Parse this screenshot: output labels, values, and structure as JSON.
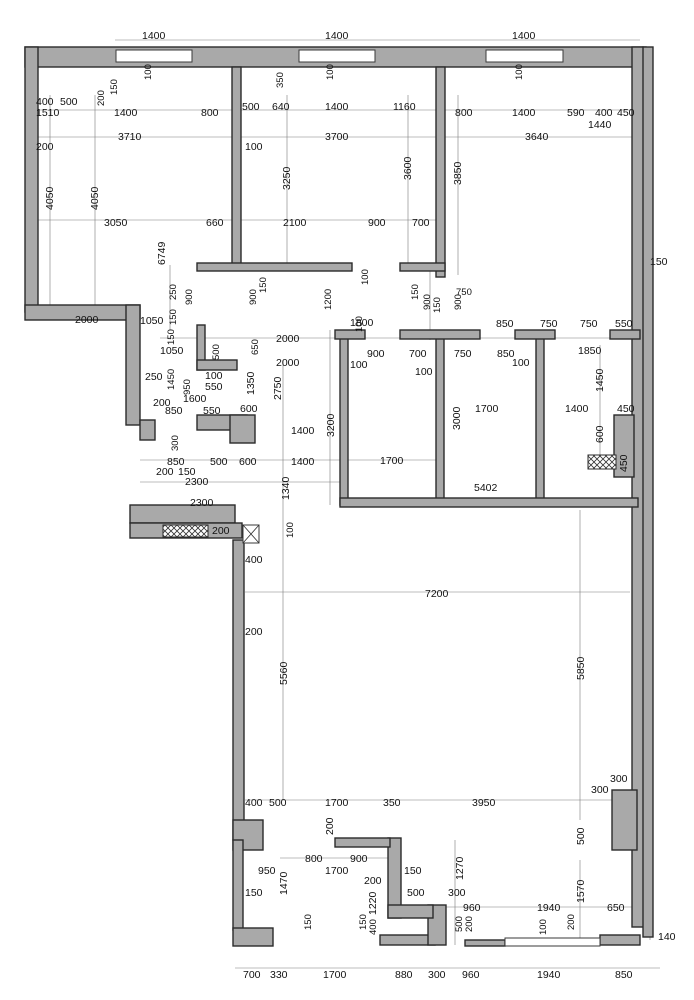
{
  "plan": {
    "top_windows": [
      "1400",
      "1400",
      "1400"
    ],
    "top_row": [
      "400",
      "500",
      "1510",
      "1400",
      "800",
      "500",
      "640",
      "1400",
      "1160",
      "800",
      "1400",
      "590",
      "400",
      "450",
      "1440"
    ],
    "room_widths": [
      "3710",
      "3700",
      "3640"
    ],
    "top_small": [
      "200",
      "150",
      "100",
      "350",
      "100",
      "100"
    ],
    "heights_top": [
      "200",
      "4050",
      "4050",
      "3250",
      "3600",
      "3850",
      "150"
    ],
    "mid_row": [
      "3050",
      "660",
      "2100",
      "900",
      "700",
      "6749"
    ],
    "center_block": [
      "250",
      "150",
      "900",
      "2000",
      "150",
      "900",
      "1200",
      "100",
      "150",
      "900",
      "750",
      "150",
      "900",
      "1800",
      "850",
      "750",
      "750",
      "550",
      "150",
      "1050",
      "100",
      "650",
      "2000",
      "900",
      "700",
      "750",
      "850",
      "100",
      "1850",
      "1050",
      "250",
      "1450",
      "950",
      "200",
      "100",
      "550",
      "1600",
      "550",
      "850",
      "1350",
      "2750",
      "600",
      "500",
      "1400",
      "3200",
      "100",
      "100",
      "1700",
      "3000",
      "1400",
      "1450",
      "450",
      "600",
      "300",
      "850",
      "200",
      "150",
      "500",
      "600",
      "1400",
      "1700",
      "450",
      "1340",
      "5402",
      "2300",
      "2300",
      "200",
      "100",
      "400"
    ],
    "left_top": [
      "2000",
      "100"
    ],
    "lower": [
      "7200",
      "200",
      "5560",
      "5850",
      "300",
      "300",
      "400",
      "500",
      "1700",
      "350",
      "3950",
      "200",
      "500",
      "950",
      "800",
      "900",
      "1700",
      "1270",
      "150",
      "200",
      "1470",
      "150",
      "500",
      "300",
      "1220",
      "960",
      "1940",
      "1570",
      "200",
      "650",
      "150",
      "400",
      "150",
      "500",
      "200",
      "100",
      "140"
    ],
    "bottom_row": [
      "700",
      "330",
      "1700",
      "880",
      "300",
      "960",
      "1940",
      "850"
    ]
  }
}
